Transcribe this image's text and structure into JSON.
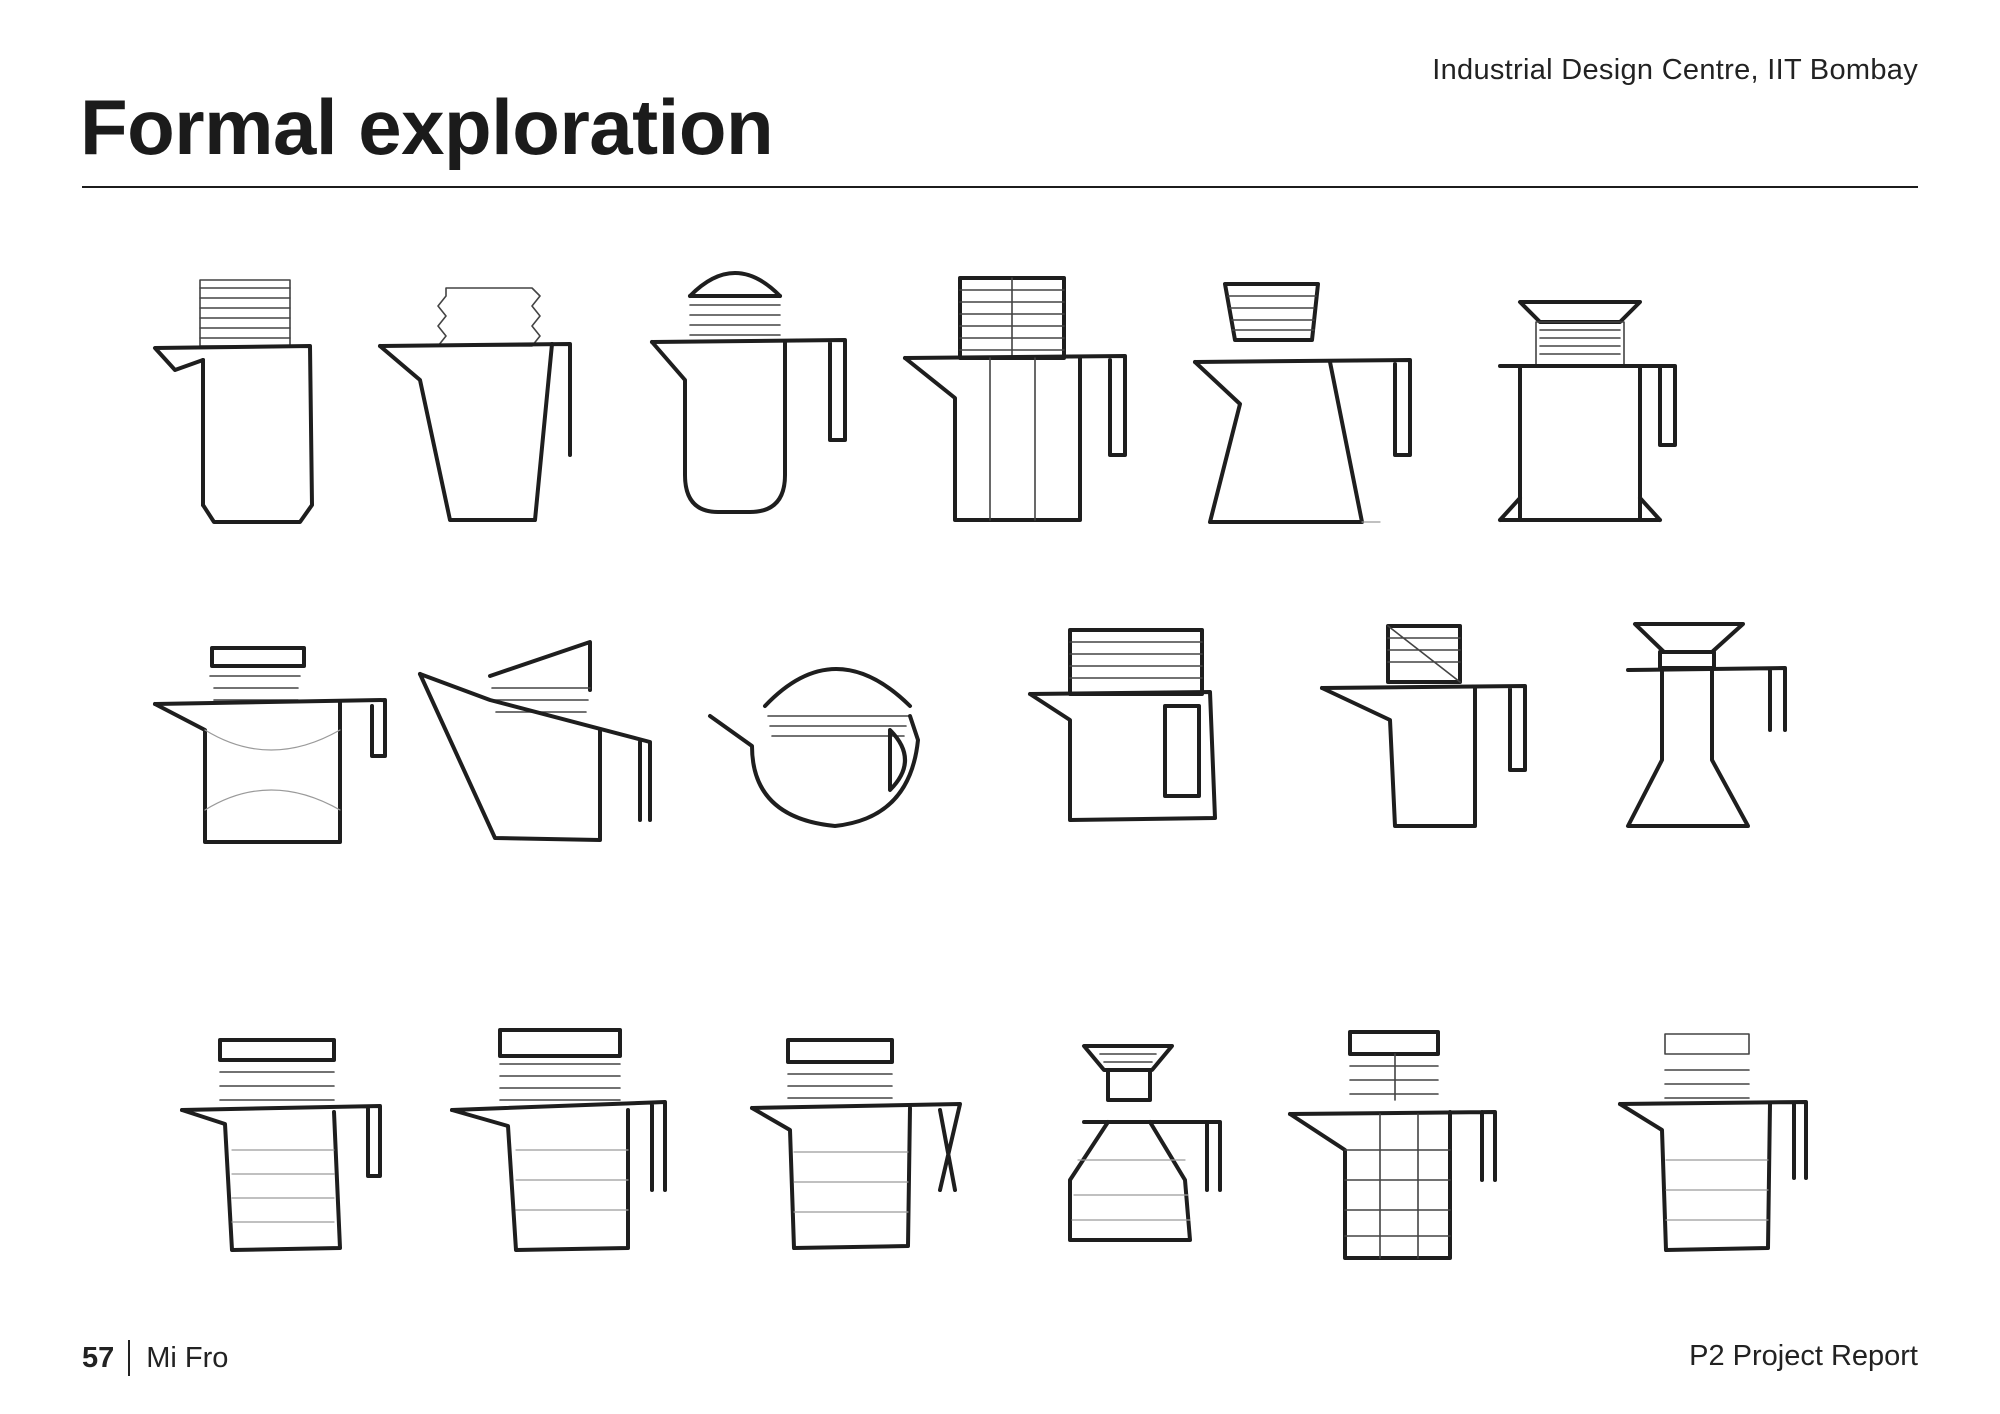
{
  "header": {
    "organization": "Industrial Design Centre, IIT Bombay",
    "title": "Formal exploration"
  },
  "sketch_grid": {
    "rows": 3,
    "columns": 6,
    "subject": "pour-over coffee jug sketches"
  },
  "footer": {
    "page_number": "57",
    "project_name": "Mi Fro",
    "report_name": "P2 Project Report"
  }
}
